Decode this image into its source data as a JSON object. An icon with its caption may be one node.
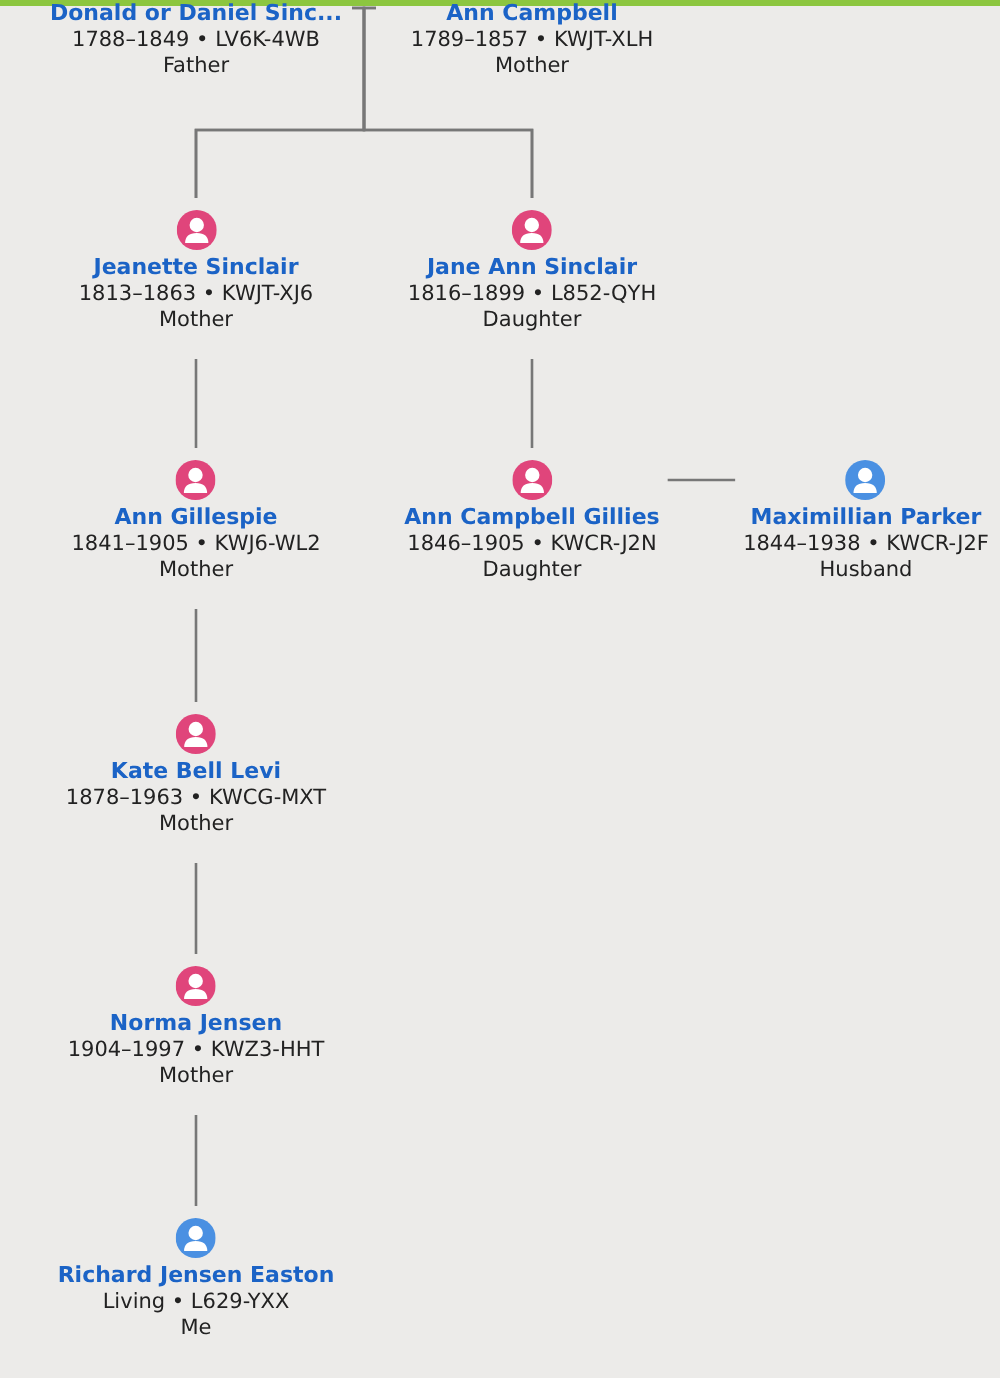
{
  "diagram": {
    "nodes": [
      {
        "text": [
          "Donald or Daniel Sinc...",
          "1788–1849 • LV6K-4WB",
          "Father"
        ]
      },
      {
        "text": [
          "Ann Campbell",
          "1789–1857 • KWJT-XLH",
          "Mother"
        ]
      },
      {
        "text": [
          "Jeanette Sinclair",
          "1813–1863 • KWJT-XJ6",
          "Mother"
        ]
      },
      {
        "text": [
          "Jane Ann Sinclair",
          "1816–1899 • L852-QYH",
          "Daughter"
        ]
      },
      {
        "text": [
          "Ann Gillespie",
          "1841–1905 • KWJ6-WL2",
          "Mother"
        ]
      },
      {
        "text": [
          "Ann Campbell Gillies",
          "1846–1905 • KWCR-J2N",
          "Daughter"
        ]
      },
      {
        "text": [
          "Maximillian Parker",
          "1844–1938 • KWCR-J2F",
          "Husband"
        ]
      },
      {
        "text": [
          "Kate Bell Levi",
          "1878–1963 • KWCG-MXT",
          "Mother"
        ]
      },
      {
        "text": [
          "Norma Jensen",
          "1904–1997 • KWZ3-HHT",
          "Mother"
        ]
      },
      {
        "text": [
          "Richard Jensen Easton",
          "Living • L629-YXX",
          "Me"
        ]
      }
    ],
    "edges": [
      {
        "from": 0,
        "to": 2,
        "arrow": "none"
      },
      {
        "from": 0,
        "to": 3,
        "arrow": "none"
      },
      {
        "from": 1,
        "to": 2,
        "arrow": "none"
      },
      {
        "from": 1,
        "to": 3,
        "arrow": "none"
      },
      {
        "from": 2,
        "to": 4,
        "arrow": "none"
      },
      {
        "from": 3,
        "to": 5,
        "arrow": "none"
      },
      {
        "from": 5,
        "to": 6,
        "arrow": "none"
      },
      {
        "from": 4,
        "to": 7,
        "arrow": "none"
      },
      {
        "from": 7,
        "to": 8,
        "arrow": "none"
      },
      {
        "from": 8,
        "to": 9,
        "arrow": "none"
      }
    ]
  }
}
